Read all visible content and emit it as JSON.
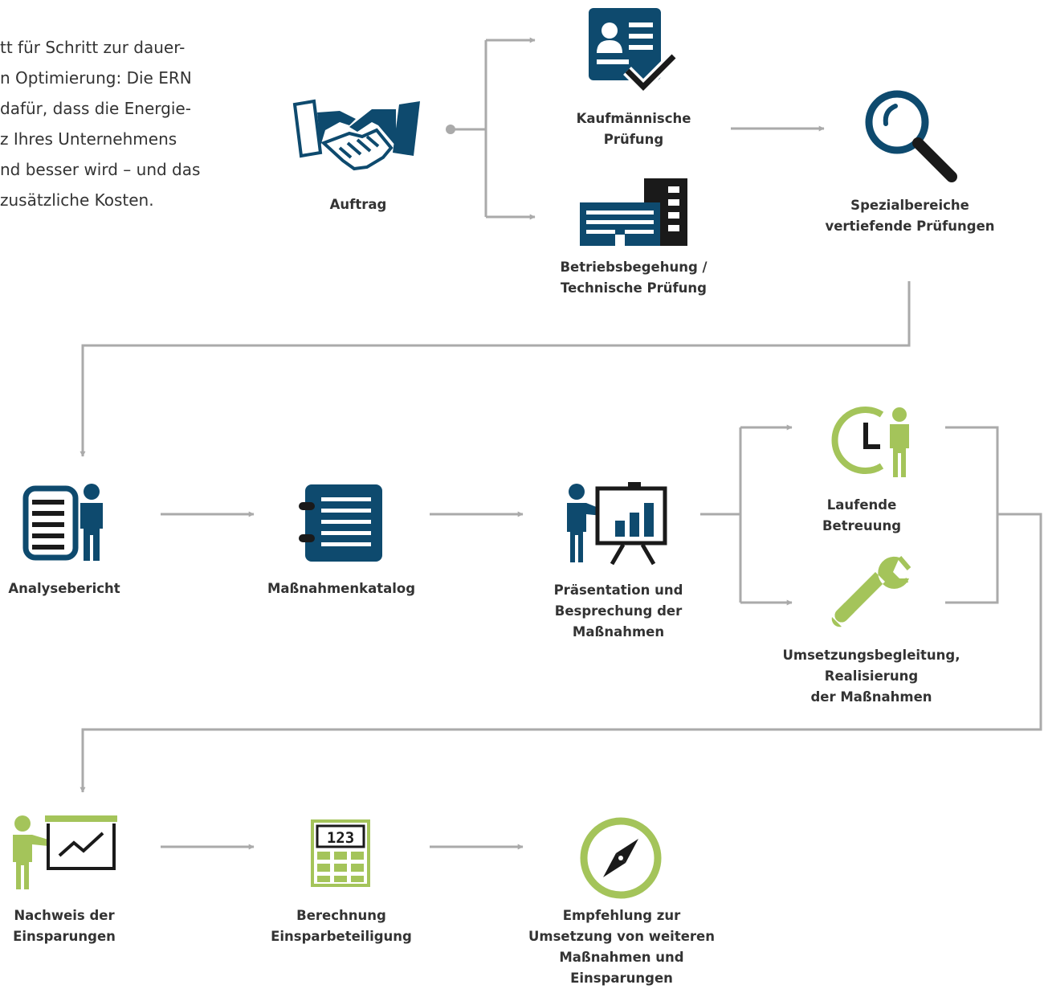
{
  "intro": {
    "lines": [
      "tt für Schritt zur dauer-",
      "n Optimierung: Die ERN",
      " dafür, dass die Energie-",
      "z Ihres Unternehmens",
      "nd besser wird – und das",
      "zusätzliche Kosten."
    ]
  },
  "colors": {
    "navy": "#0e4a6e",
    "green": "#a4c45a",
    "black": "#1a1a1a",
    "connector": "#aaaaaa",
    "text": "#333333"
  },
  "nodes": {
    "auftrag": {
      "icon": "handshake-icon",
      "label": [
        "Auftrag"
      ]
    },
    "kaufmaennisch": {
      "icon": "document-check-icon",
      "label": [
        "Kaufmännische",
        "Prüfung"
      ]
    },
    "betrieb": {
      "icon": "building-icon",
      "label": [
        "Betriebsbegehung /",
        "Technische Prüfung"
      ]
    },
    "spezial": {
      "icon": "magnifier-icon",
      "label": [
        "Spezialbereiche",
        "vertiefende Prüfungen"
      ]
    },
    "analyse": {
      "icon": "report-person-icon",
      "label": [
        "Analysebericht"
      ]
    },
    "katalog": {
      "icon": "notebook-icon",
      "label": [
        "Maßnahmenkatalog"
      ]
    },
    "praesentation": {
      "icon": "presentation-icon",
      "label": [
        "Präsentation und",
        "Besprechung der",
        "Maßnahmen"
      ]
    },
    "betreuung": {
      "icon": "clock-person-icon",
      "label": [
        "Laufende",
        "Betreuung"
      ]
    },
    "umsetzung": {
      "icon": "wrench-icon",
      "label": [
        "Umsetzungsbegleitung,",
        "Realisierung",
        "der Maßnahmen"
      ]
    },
    "nachweis": {
      "icon": "savings-chart-icon",
      "label": [
        "Nachweis der",
        "Einsparungen"
      ]
    },
    "berechnung": {
      "icon": "calculator-icon",
      "label": [
        "Berechnung",
        "Einsparbeteiligung"
      ],
      "display": "123"
    },
    "empfehlung": {
      "icon": "compass-icon",
      "label": [
        "Empfehlung zur",
        "Umsetzung von weiteren",
        "Maßnahmen und",
        "Einsparungen"
      ]
    }
  }
}
